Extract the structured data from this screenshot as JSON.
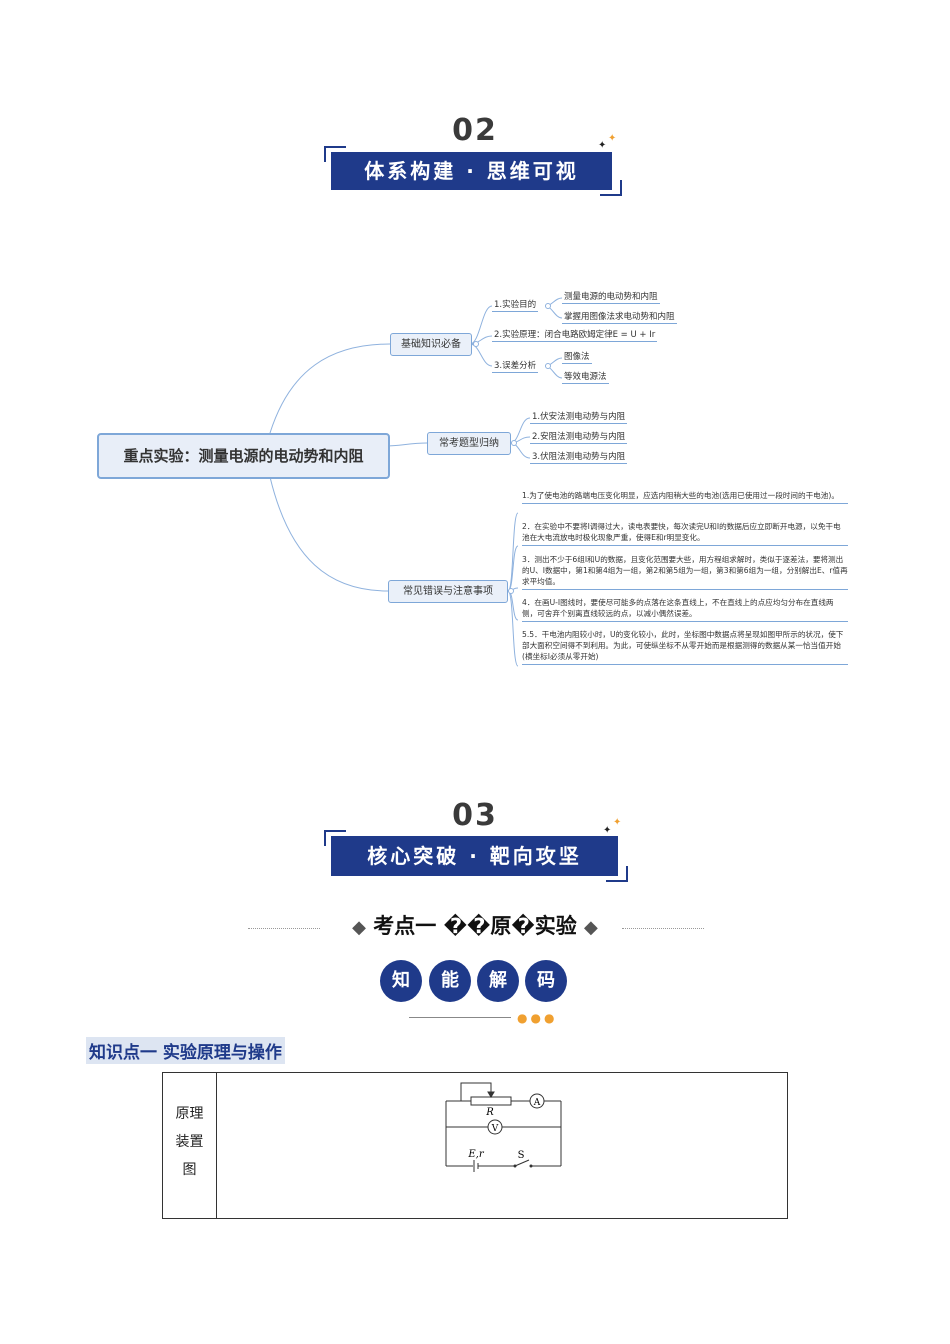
{
  "section2": {
    "number": "02",
    "title": "体系构建 · 思维可视"
  },
  "mindmap": {
    "root": "重点实验：测量电源的电动势和内阻",
    "branches": [
      {
        "label": "基础知识必备",
        "items": [
          {
            "label": "1.实验目的",
            "children": [
              "测量电源的电动势和内阻",
              "掌握用图像法求电动势和内阻"
            ]
          },
          {
            "label": "2.实验原理：闭合电路欧姆定律E = U + Ir",
            "children": []
          },
          {
            "label": "3.误差分析",
            "children": [
              "图像法",
              "等效电源法"
            ]
          }
        ]
      },
      {
        "label": "常考题型归纳",
        "items": [
          "1.伏安法测电动势与内阻",
          "2.安阻法测电动势与内阻",
          "3.伏阻法测电动势与内阻"
        ]
      },
      {
        "label": "常见错误与注意事项",
        "items": [
          "1.为了使电池的路端电压变化明显，应选内阻稍大些的电池(选用已使用过一段时间的干电池)。",
          "2．在实验中不要将I调得过大，读电表要快，每次读完U和I的数据后应立即断开电源，以免干电池在大电流放电时极化现象严重，使得E和r明显变化。",
          "3．测出不少于6组I和U的数据，且变化范围要大些，用方程组求解时，类似于逐差法，要将测出的U、I数据中，第1和第4组为一组，第2和第5组为一组，第3和第6组为一组，分别解出E、r值再求平均值。",
          "4．在画U-I图线时，要使尽可能多的点落在这条直线上，不在直线上的点应均匀分布在直线两侧，可舍弃个别离直线较远的点，以减小偶然误差。",
          "5.5．干电池内阻较小时，U的变化较小，此时，坐标图中数据点将呈现如图甲所示的状况，使下部大面积空间得不到利用。为此，可使纵坐标不从零开始而是根据测得的数据从某一恰当值开始(横坐标I必须从零开始)"
        ]
      }
    ]
  },
  "section3": {
    "number": "03",
    "title": "核心突破 · 靶向攻坚"
  },
  "kaodian": {
    "title": "考点一  ��原�实验"
  },
  "badges": [
    "知",
    "能",
    "解",
    "码"
  ],
  "dots": "●●●",
  "knowledge_point": {
    "title": "知识点一  实验原理与操作"
  },
  "table": {
    "label_lines": [
      "原理",
      "装置",
      "图"
    ],
    "circuit": {
      "R": "R",
      "A": "A",
      "V": "V",
      "Er": "E,r",
      "S": "S"
    }
  }
}
